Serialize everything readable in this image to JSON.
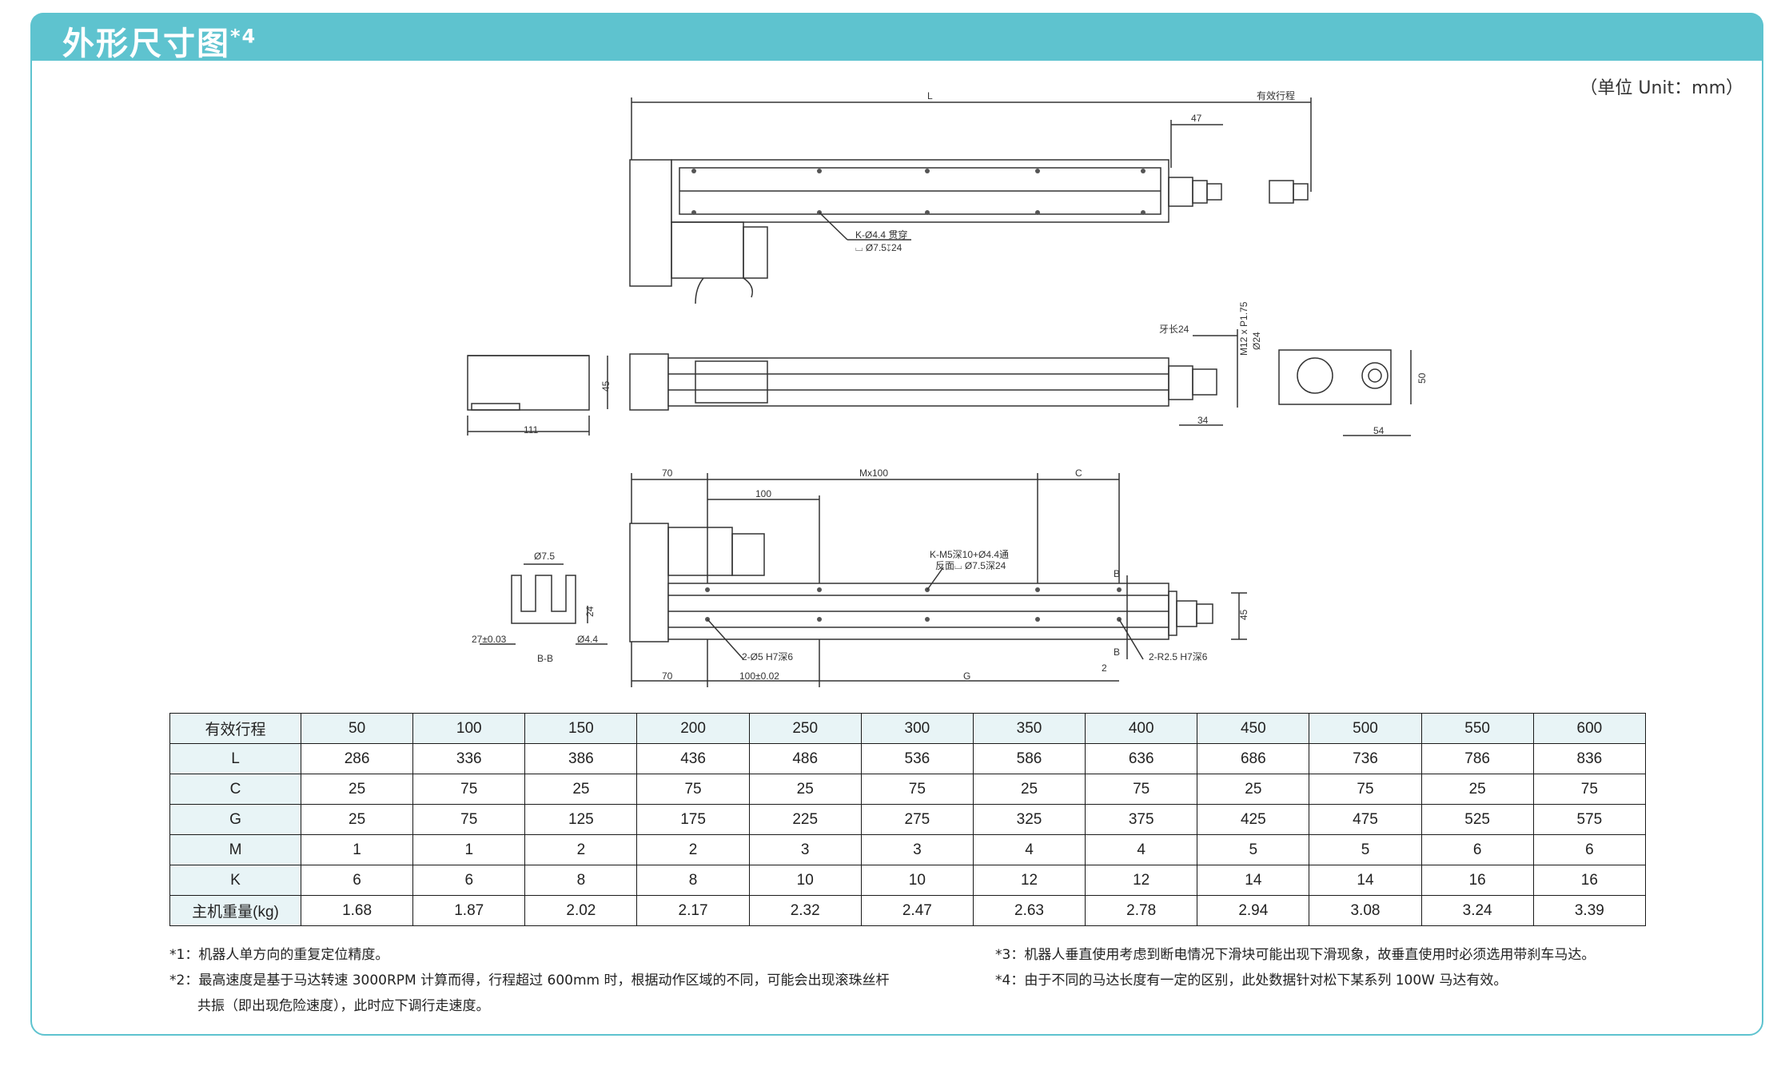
{
  "header": {
    "title": "外形尺寸图",
    "title_sup": "*4",
    "unit": "（单位 Unit：mm）"
  },
  "colors": {
    "accent": "#5ec3cf",
    "header_cell": "#e8f4f6"
  },
  "drawing_labels": {
    "top": {
      "L": "L",
      "stroke": "有效行程",
      "d47": "47",
      "hole1": "K-Ø4.4 贯穿",
      "hole2": "⌴ Ø7.5↧24"
    },
    "side": {
      "d45": "45",
      "d111": "111",
      "thread_len": "牙长24",
      "thread": "M12 x P1.75",
      "d24": "Ø24",
      "d34": "34",
      "d50": "50",
      "d54": "54"
    },
    "bottom": {
      "d70a": "70",
      "mx100": "Mx100",
      "C": "C",
      "d100": "100",
      "tap1": "K-M5深10+Ø4.4通",
      "tap2": "反面⌴ Ø7.5深24",
      "B1": "B",
      "B2": "B",
      "d45": "45",
      "pin1": "2-Ø5 H7深6",
      "pin2": "2-R2.5 H7深6",
      "d2": "2",
      "d70b": "70",
      "d100tol": "100±0.02",
      "G": "G"
    },
    "section": {
      "d75": "Ø7.5",
      "d24": "24",
      "d27": "27±0.03",
      "d44": "Ø4.4",
      "label": "B-B"
    }
  },
  "table": {
    "header_label": "有效行程",
    "strokes": [
      "50",
      "100",
      "150",
      "200",
      "250",
      "300",
      "350",
      "400",
      "450",
      "500",
      "550",
      "600"
    ],
    "rows": [
      {
        "label": "L",
        "values": [
          "286",
          "336",
          "386",
          "436",
          "486",
          "536",
          "586",
          "636",
          "686",
          "736",
          "786",
          "836"
        ]
      },
      {
        "label": "C",
        "values": [
          "25",
          "75",
          "25",
          "75",
          "25",
          "75",
          "25",
          "75",
          "25",
          "75",
          "25",
          "75"
        ]
      },
      {
        "label": "G",
        "values": [
          "25",
          "75",
          "125",
          "175",
          "225",
          "275",
          "325",
          "375",
          "425",
          "475",
          "525",
          "575"
        ]
      },
      {
        "label": "M",
        "values": [
          "1",
          "1",
          "2",
          "2",
          "3",
          "3",
          "4",
          "4",
          "5",
          "5",
          "6",
          "6"
        ]
      },
      {
        "label": "K",
        "values": [
          "6",
          "6",
          "8",
          "8",
          "10",
          "10",
          "12",
          "12",
          "14",
          "14",
          "16",
          "16"
        ]
      },
      {
        "label": "主机重量(kg)",
        "values": [
          "1.68",
          "1.87",
          "2.02",
          "2.17",
          "2.32",
          "2.47",
          "2.63",
          "2.78",
          "2.94",
          "3.08",
          "3.24",
          "3.39"
        ]
      }
    ]
  },
  "notes": {
    "n1": "*1：机器人单方向的重复定位精度。",
    "n2a": "*2：最高速度是基于马达转速 3000RPM 计算而得，行程超过 600mm 时，根据动作区域的不同，可能会出现滚珠丝杆",
    "n2b": "共振（即出现危险速度），此时应下调行走速度。",
    "n3": "*3：机器人垂直使用考虑到断电情况下滑块可能出现下滑现象，故垂直使用时必须选用带刹车马达。",
    "n4": "*4：由于不同的马达长度有一定的区别，此处数据针对松下某系列 100W 马达有效。"
  }
}
